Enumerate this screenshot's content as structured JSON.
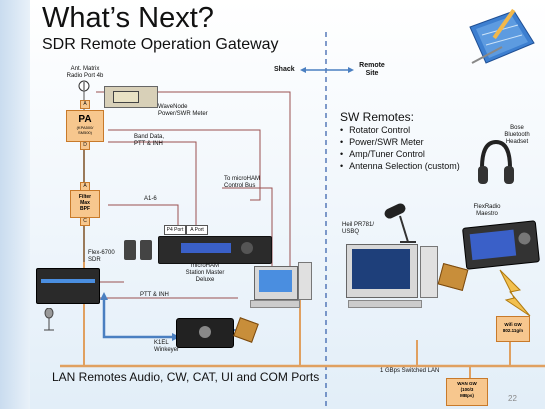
{
  "title": "What’s Next?",
  "subtitle": "SDR Remote Operation Gateway",
  "labels": {
    "ant_matrix": "Ant. Matrix\nRadio Port 4b",
    "pa": "PA",
    "pa_sub": "(KPA500/\nSM500)",
    "wavenode": "WaveNode\nPower/SWR Meter",
    "band_data": "Band Data,\nPTT & INH",
    "to_microham": "To microHAM\nControl Bus",
    "filter": "Filter\nMax\nBPF",
    "a16": "A1-6",
    "p4_port": "P4 Port",
    "a_port": "A Port",
    "microham": "microHAM\nStation Master\nDeluxe",
    "flex6700": "Flex-6700\nSDR",
    "ptt_inh": "PTT & INH",
    "k1el": "K1EL\nWinkeyer",
    "shack": "Shack",
    "remote_site": "Remote\nSite",
    "bose": "Bose\nBluetooth\nHeadset",
    "heil": "Heil PR781/\nUSBQ",
    "maestro": "FlexRadio\nMaestro",
    "wifi_gw_right": "Wifi GW\n802.11g/n",
    "switched_lan": "1 GBps Switched LAN",
    "wan_gw": "WAN GW\n(100/3\nMBps)",
    "pa_letter_a": "A",
    "filter_letter_a": "A",
    "d_letter": "D",
    "c_letter": "C"
  },
  "sw_remotes": {
    "heading": "SW Remotes:",
    "items": [
      "Rotator Control",
      "Power/SWR Meter",
      "Amp/Tuner Control",
      "Antenna Selection (custom)"
    ]
  },
  "bottom_text": "LAN Remotes Audio, CW, CAT, UI and COM Ports",
  "page_number": "22",
  "colors": {
    "orange_fill": "#f7c78e",
    "orange_line": "#e0a060",
    "blue_line": "#4a7fc1",
    "dark_line": "#7a4a4a",
    "dashed_divider": "#2f5aa8"
  }
}
